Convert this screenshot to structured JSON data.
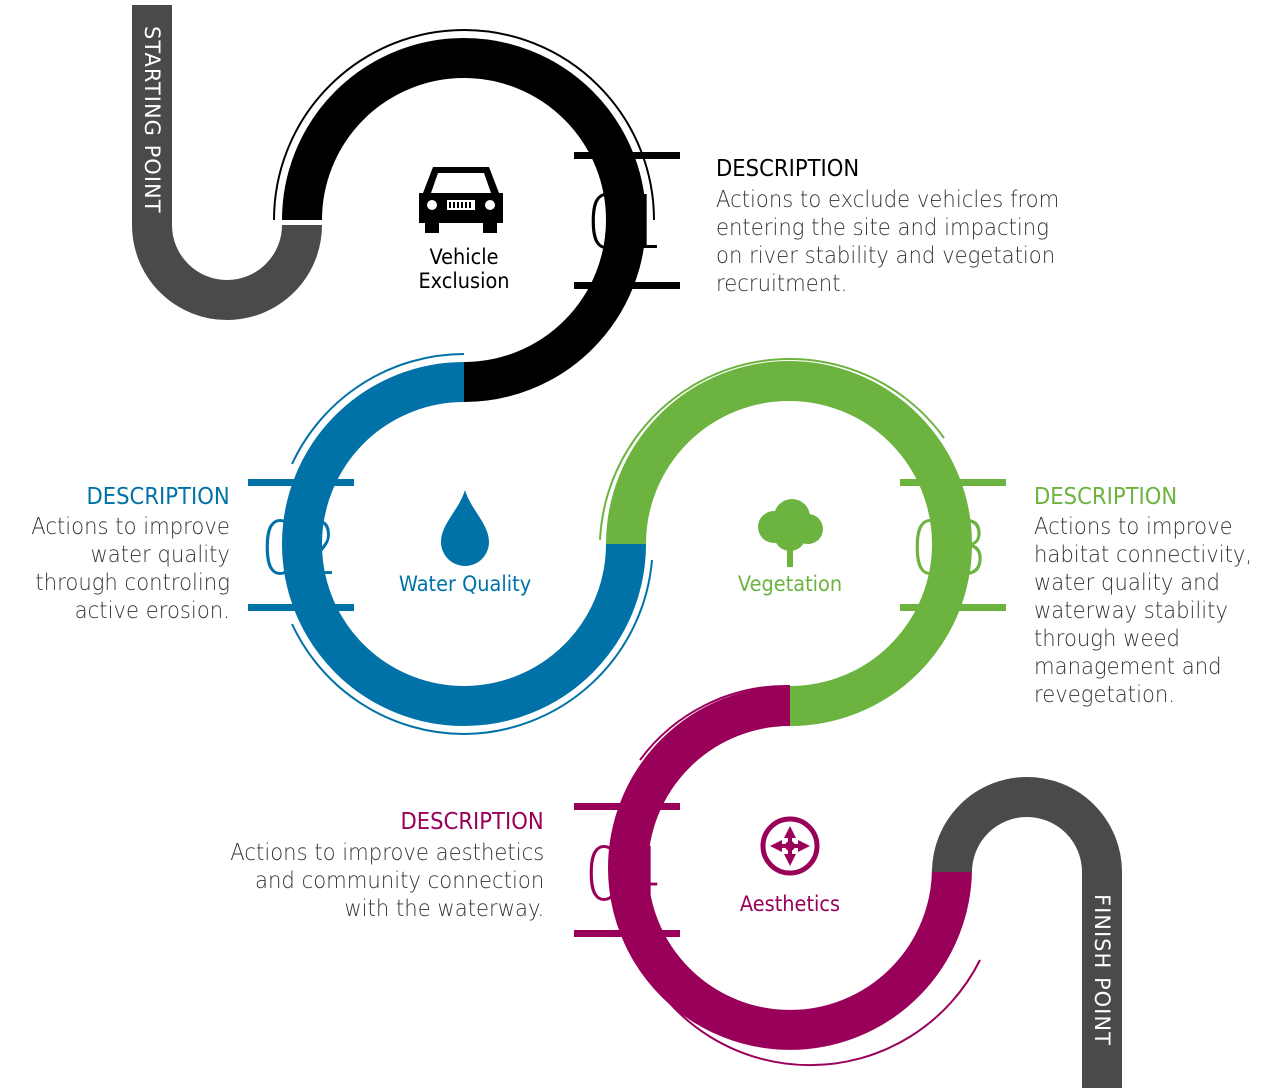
{
  "start_label": "STARTING POINT",
  "finish_label": "FINISH POINT",
  "colors": {
    "gray": "#4a4a4a",
    "black": "#000000",
    "blue": "#0072a8",
    "green": "#6cb33f",
    "magenta": "#99005a",
    "body_text": "#333333"
  },
  "steps": [
    {
      "number": "01",
      "icon": "car-icon",
      "label_line1": "Vehicle",
      "label_line2": "Exclusion",
      "heading": "DESCRIPTION",
      "lines": [
        "Actions to exclude vehicles from",
        "entering the site and impacting",
        "on river stability and vegetation",
        "recruitment."
      ]
    },
    {
      "number": "02",
      "icon": "water-drop-icon",
      "label": "Water Quality",
      "heading": "DESCRIPTION",
      "lines": [
        "Actions to improve",
        "water quality",
        "through controling",
        "active erosion."
      ]
    },
    {
      "number": "03",
      "icon": "tree-icon",
      "label": "Vegetation",
      "heading": "DESCRIPTION",
      "lines": [
        "Actions to improve",
        "habitat connectivity,",
        "water quality and",
        "waterway stability",
        "through weed",
        "management and",
        "revegetation."
      ]
    },
    {
      "number": "04",
      "icon": "compass-icon",
      "label": "Aesthetics",
      "heading": "DESCRIPTION",
      "lines": [
        "Actions to improve aesthetics",
        "and community connection",
        "with the waterway."
      ]
    }
  ]
}
